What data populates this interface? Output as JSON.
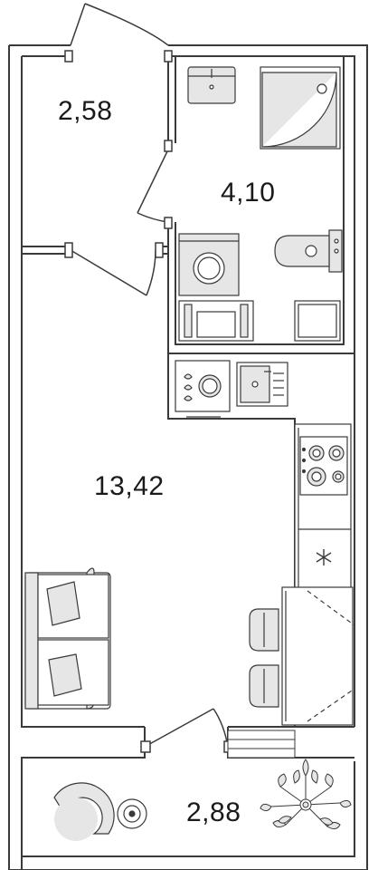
{
  "rooms": {
    "hall": {
      "area": "2,58"
    },
    "bathroom": {
      "area": "4,10"
    },
    "main_room": {
      "area": "13,42"
    },
    "balcony": {
      "area": "2,88"
    }
  },
  "colors": {
    "wall": "#3a3a3a",
    "wall_fill": "#ffffff",
    "furniture_line": "#3a3a3a",
    "furniture_fill": "#e6e6e6",
    "text": "#1a1a1a"
  }
}
